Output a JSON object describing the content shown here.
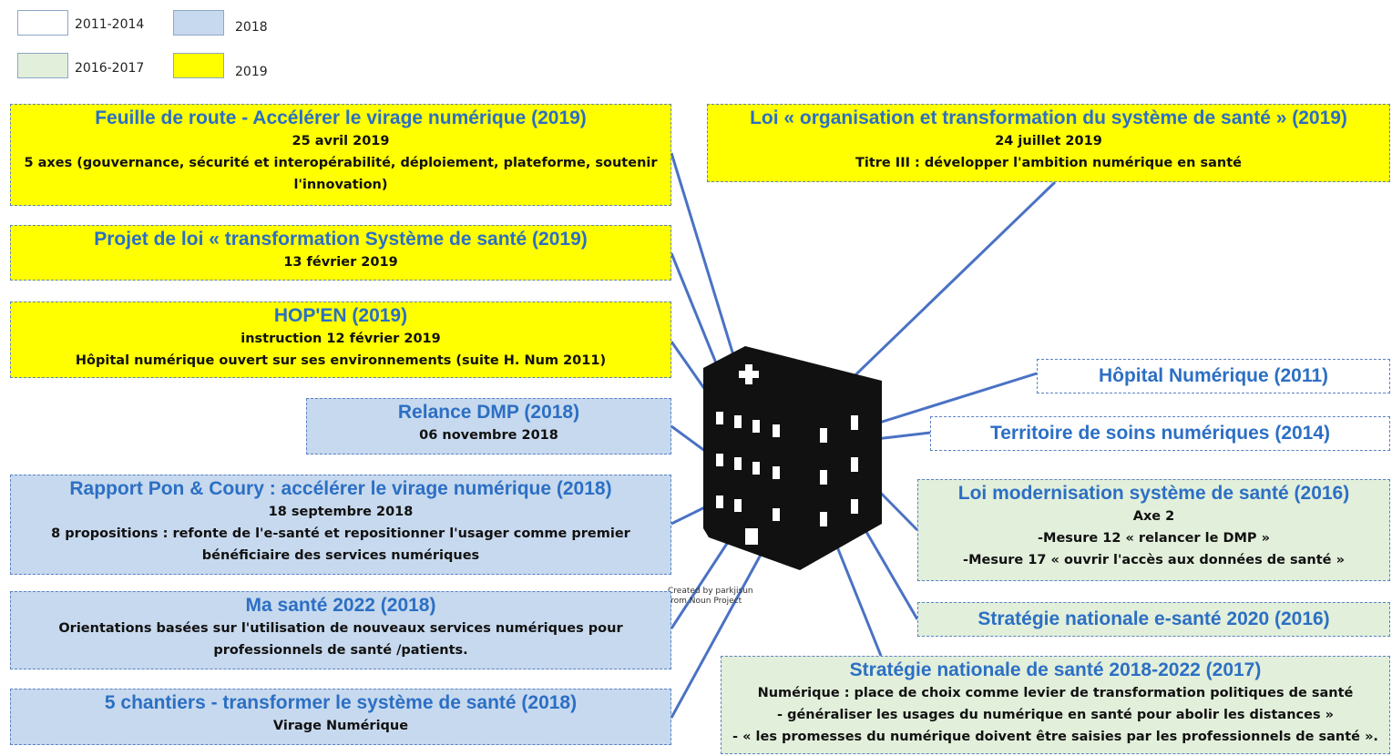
{
  "legend": [
    {
      "label": "2011-2014",
      "color": "#ffffff"
    },
    {
      "label": "2018",
      "color": "#c7d9ee"
    },
    {
      "label": "2016-2017",
      "color": "#e2efdb"
    },
    {
      "label": "2019",
      "color": "#ffff00"
    }
  ],
  "boxes": {
    "feuille": {
      "title": "Feuille de route - Accélérer le virage numérique (2019)",
      "lines": [
        "25 avril 2019",
        "5 axes (gouvernance, sécurité et interopérabilité, déploiement, plateforme, soutenir",
        "l'innovation)"
      ]
    },
    "projet": {
      "title": "Projet de loi « transformation Système de santé (2019)",
      "lines": [
        "13 février 2019"
      ]
    },
    "hopen": {
      "title": "HOP'EN (2019)",
      "lines": [
        "instruction 12  février 2019",
        "Hôpital numérique ouvert sur ses environnements (suite H. Num 2011)"
      ]
    },
    "relance": {
      "title": "Relance DMP (2018)",
      "lines": [
        "06 novembre 2018"
      ]
    },
    "rapport": {
      "title": "Rapport  Pon & Coury : accélérer le virage numérique (2018)",
      "lines": [
        "18 septembre  2018",
        "8 propositions : refonte  de l'e-santé et repositionner l'usager comme premier",
        "bénéficiaire des services numériques"
      ]
    },
    "masante": {
      "title": "Ma santé 2022 (2018)",
      "lines": [
        "Orientations basées sur l'utilisation de nouveaux services numériques pour",
        "professionnels de santé /patients."
      ]
    },
    "chantiers": {
      "title": "5 chantiers - transformer le système de santé (2018)",
      "lines": [
        "Virage Numérique"
      ]
    },
    "loi_org": {
      "title": "Loi  « organisation et  transformation du système de santé »  (2019)",
      "lines": [
        "24 juillet 2019",
        "Titre III : développer l'ambition numérique en santé"
      ]
    },
    "hopnum": {
      "title": "Hôpital Numérique (2011)",
      "lines": []
    },
    "territoire": {
      "title": "Territoire de soins numériques (2014)",
      "lines": []
    },
    "loi_mod": {
      "title": "Loi modernisation système de santé (2016)",
      "lines": [
        "Axe  2",
        "-Mesure 12 « relancer le DMP »",
        "-Mesure 17 « ouvrir l'accès aux données de santé »"
      ]
    },
    "strat_esante": {
      "title": "Stratégie nationale e-santé 2020 (2016)",
      "lines": []
    },
    "strat_nat": {
      "title": "Stratégie nationale de santé 2018-2022 (2017)",
      "lines": [
        "Numérique : place de choix comme levier de transformation politiques de santé",
        "- généraliser les usages du numérique en santé pour abolir les distances »",
        "- « les promesses du numérique doivent être saisies par les professionnels de santé »."
      ]
    }
  },
  "credit": [
    "Created by parkjisun",
    "from Noun Project"
  ],
  "icon": "hospital-building-icon",
  "colors": {
    "title": "#2c6fc4",
    "connector": "#4a72c4",
    "border": "#5b82c4"
  }
}
